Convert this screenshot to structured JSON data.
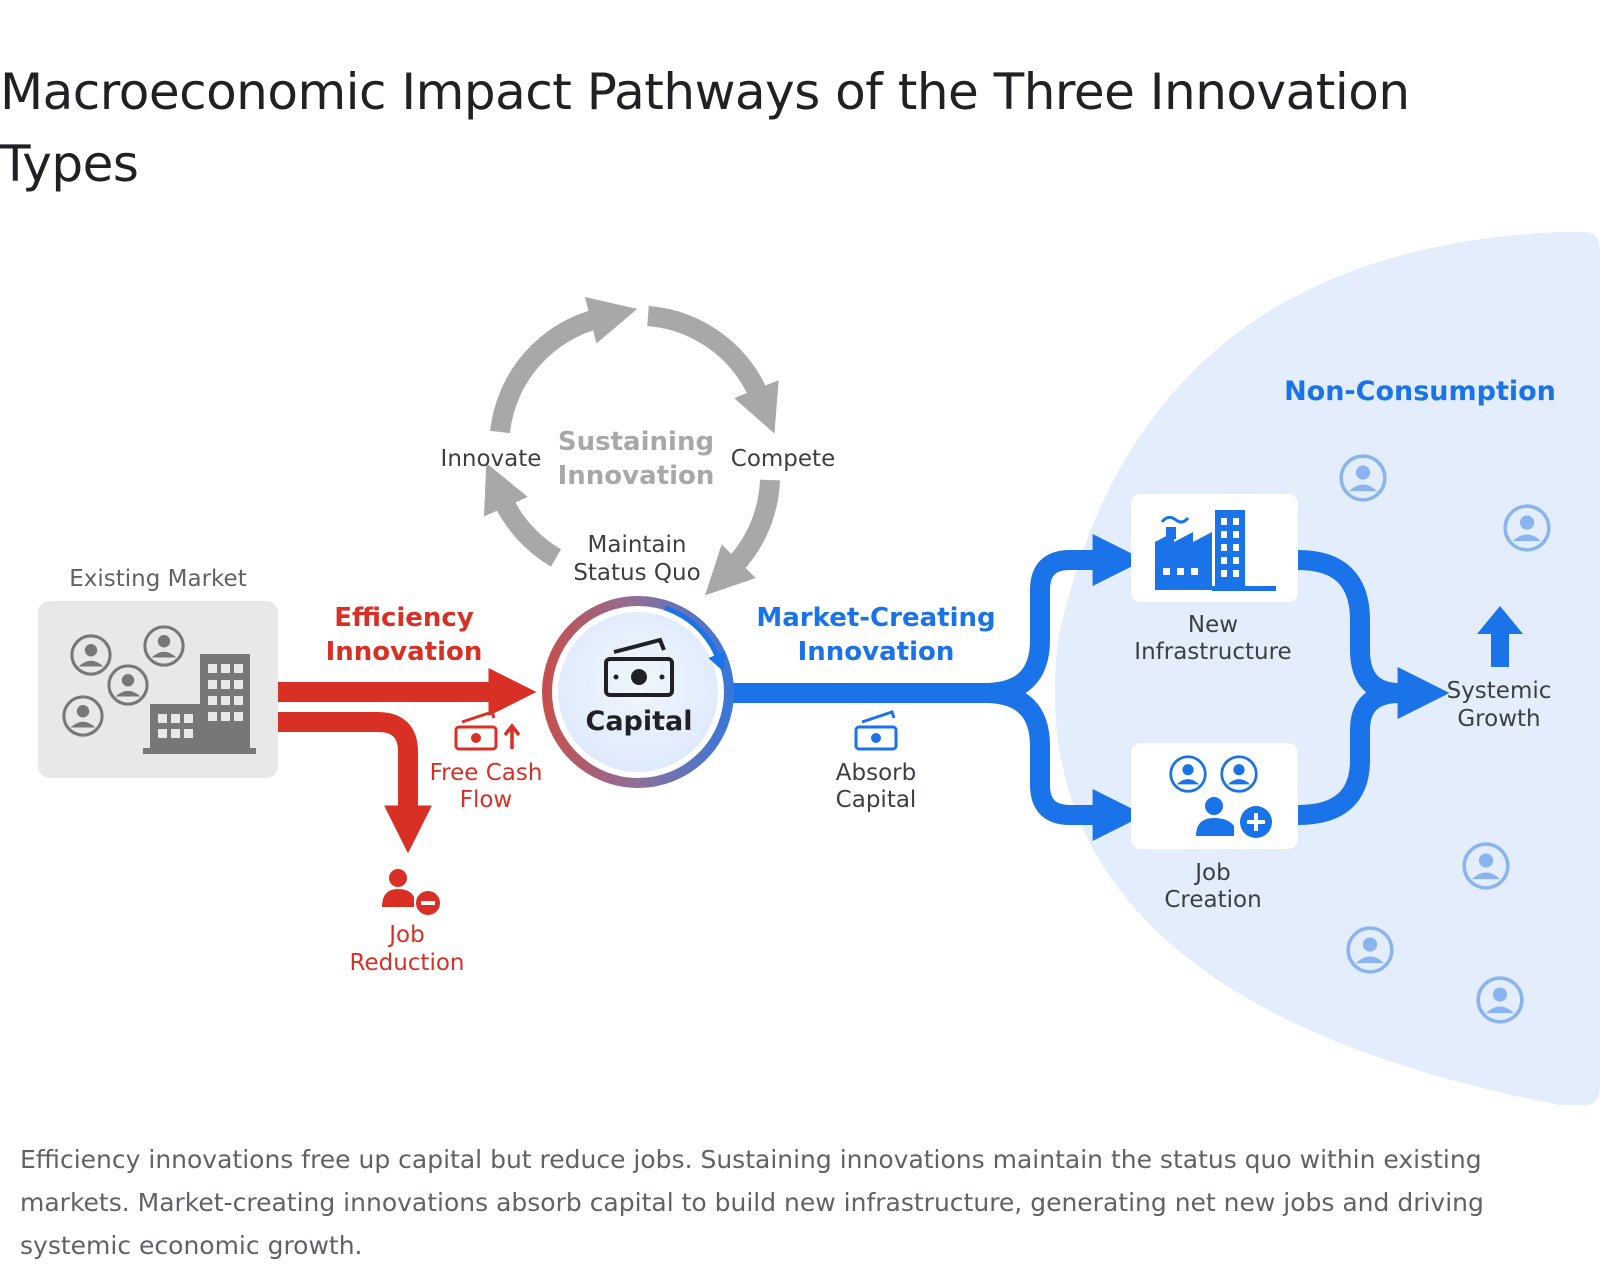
{
  "title": "Macroeconomic Impact Pathways of the Three Innovation Types",
  "caption": "Efficiency innovations free up capital but reduce jobs. Sustaining innovations maintain the status quo within existing markets. Market-creating innovations absorb capital to build new infrastructure, generating net new jobs and driving systemic economic growth.",
  "diagram": {
    "existing_market": {
      "label": "Existing Market"
    },
    "efficiency": {
      "title_line1": "Efficiency",
      "title_line2": "Innovation",
      "free_cash_line1": "Free Cash",
      "free_cash_line2": "Flow",
      "job_reduction_line1": "Job",
      "job_reduction_line2": "Reduction"
    },
    "sustaining": {
      "title_line1": "Sustaining",
      "title_line2": "Innovation",
      "innovate": "Innovate",
      "compete": "Compete",
      "maintain_line1": "Maintain",
      "maintain_line2": "Status Quo"
    },
    "capital": {
      "label": "Capital"
    },
    "market_creating": {
      "title_line1": "Market-Creating",
      "title_line2": "Innovation",
      "absorb_line1": "Absorb",
      "absorb_line2": "Capital"
    },
    "non_consumption": {
      "label": "Non-Consumption",
      "new_infra_line1": "New",
      "new_infra_line2": "Infrastructure",
      "job_creation_line1": "Job",
      "job_creation_line2": "Creation",
      "growth_line1": "Systemic",
      "growth_line2": "Growth"
    },
    "colors": {
      "red": "#d93025",
      "blue": "#1a73e8",
      "gray": "#a8a8a8",
      "light_blue": "#e3edfb",
      "dark": "#3c4043"
    },
    "icons": [
      "person-icon",
      "building-icon",
      "money-icon",
      "factory-icon",
      "person-minus-icon",
      "person-plus-icon",
      "up-arrow-icon",
      "cycle-arrow-icon"
    ]
  }
}
